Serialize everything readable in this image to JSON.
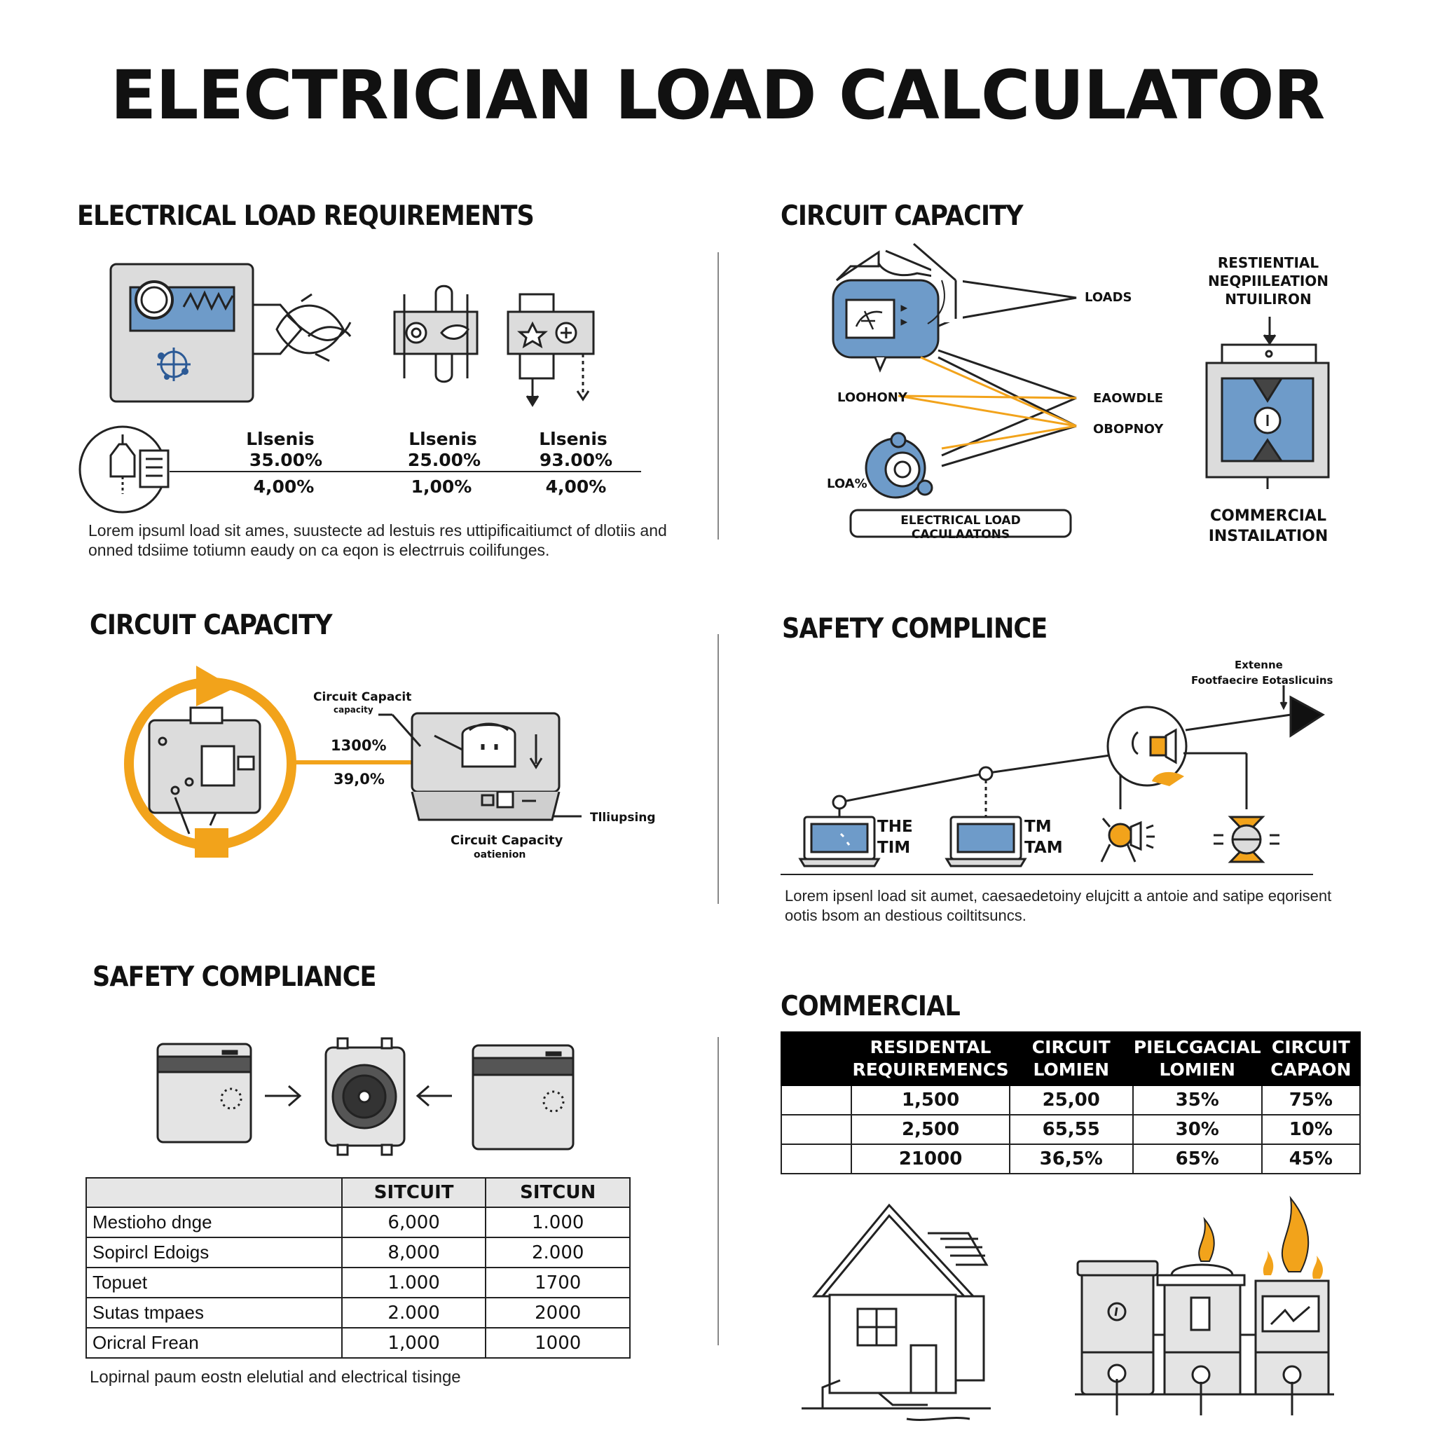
{
  "title": "ELECTRICIAN LOAD CALCULATOR",
  "sections": {
    "load_requirements": {
      "title": "ELECTRICAL LOAD REQUIREMENTS",
      "stats": [
        {
          "label": "Llsenis",
          "value1": "35.00%",
          "value2": "4,00%"
        },
        {
          "label": "Llsenis",
          "value1": "25.00%",
          "value2": "1,00%"
        },
        {
          "label": "Llsenis",
          "value1": "93.00%",
          "value2": "4,00%"
        }
      ],
      "caption": [
        "Lorem ipsuml load sit ames, suustecte ad lestuis res uttipificaitiumct of dlotiis and",
        "onned tdsiime totiumn eaudy on ca eqon is electrruis coilifunges."
      ]
    },
    "circuit_capacity_top": {
      "title": "CIRCUIT CAPACITY",
      "labels": {
        "loads": "LOADS",
        "loohony": "LOOHONY",
        "eaowdle": "EAOWDLE",
        "obopnoy": "OBOPNOY",
        "loa": "LOA%",
        "residential": [
          "RESTIENTIAL",
          "NEQPIILEATION",
          "NTUILIRON"
        ],
        "commercial": [
          "COMMERCIAL",
          "INSTAILATION"
        ]
      },
      "button": "ELECTRICAL LOAD CACULAATONS"
    },
    "circuit_capacity_mid": {
      "title": "CIRCUIT CAPACITY",
      "labels": {
        "top": "Circuit Capacit",
        "top_sub": "capacity",
        "pct1": "1300%",
        "pct2": "39,0%",
        "tripping": "Tlliupsing",
        "bottom": "Circuit Capacity",
        "bottom_sub": "oatienion"
      }
    },
    "safety_mid": {
      "title": "SAFETY COMPLINCE",
      "labels": {
        "top": "Extenne",
        "top_sub": "Footfaecire Eotaslicuins",
        "tim1": [
          "THE",
          "TIM"
        ],
        "tim2": [
          "TM",
          "TAM"
        ]
      },
      "caption": [
        "Lorem ipsenl load sit aumet, caesaedetoiny elujcitt a antoie and satipe eqorisent",
        "ootis bsom an destious coiltitsuncs."
      ]
    },
    "safety_bottom": {
      "title": "SAFETY COMPLIANCE",
      "headers": [
        "",
        "SITCUIT",
        "SITCUN"
      ],
      "rows": [
        [
          "Mestioho dnge",
          "6,000",
          "1.000"
        ],
        [
          "Sopircl Edoigs",
          "8,000",
          "2.000"
        ],
        [
          "Topuet",
          "1.000",
          "1700"
        ],
        [
          "Sutas tmpaes",
          "2.000",
          "2000"
        ],
        [
          "Oricral Frean",
          "1,000",
          "1000"
        ]
      ],
      "caption": "Lopirnal paum eostn elelutial and electrical tisinge"
    },
    "commercial": {
      "title": "COMMERCIAL",
      "headers": [
        "",
        "RESIDENTAL REQUIREMENCS",
        "CIRCUIT LOMIEN",
        "PIELCGACIAL LOMIEN",
        "CIRCUIT CAPAON"
      ],
      "rows": [
        [
          "",
          "1,500",
          "25,00",
          "35%",
          "75%"
        ],
        [
          "",
          "2,500",
          "65,55",
          "30%",
          "10%"
        ],
        [
          "",
          "21000",
          "36,5%",
          "65%",
          "45%"
        ]
      ]
    }
  },
  "colors": {
    "accent_orange": "#f2a31b",
    "accent_blue": "#6e9bc9",
    "gray_fill": "#dcdcdc",
    "ink": "#111111"
  }
}
